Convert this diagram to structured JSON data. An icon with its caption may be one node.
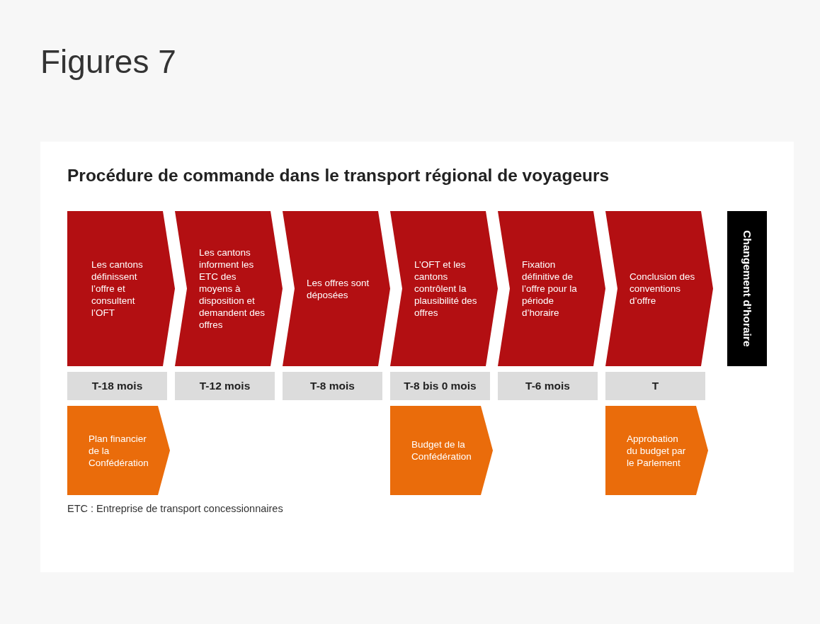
{
  "diagram": {
    "title": "Procédure de commande dans le transport régional de voyageurs",
    "nodes": [
      {
        "text": [
          "Les cantons définissent l’offre et consultent l’OFT"
        ]
      },
      {
        "text": [
          "Les cantons informent les ETC des moyens à disposition et demandent des offres"
        ]
      },
      {
        "text": [
          "Les offres sont déposées"
        ]
      },
      {
        "text": [
          "L’OFT et les cantons contrôlent la plausibilité des offres"
        ]
      },
      {
        "text": [
          "Fixation définitive de l’offre pour la période d’horaire"
        ]
      },
      {
        "text": [
          "Conclusion des conventions d’offre"
        ]
      },
      {
        "text": [
          "Changement d’horaire"
        ]
      },
      {
        "text": [
          "T-18 mois"
        ]
      },
      {
        "text": [
          "T-12 mois"
        ]
      },
      {
        "text": [
          "T-8 mois"
        ]
      },
      {
        "text": [
          "T-8 bis 0 mois"
        ]
      },
      {
        "text": [
          "T-6 mois"
        ]
      },
      {
        "text": [
          "T"
        ]
      },
      {
        "text": [
          "Plan financier de la Confédération"
        ]
      },
      {
        "text": [
          "Budget de la Confédération"
        ]
      },
      {
        "text": [
          "Approbation du budget par le Parlement"
        ]
      }
    ],
    "labels": [
      "Figures 7",
      "ETC : Entreprise de transport concessionnaires"
    ]
  }
}
